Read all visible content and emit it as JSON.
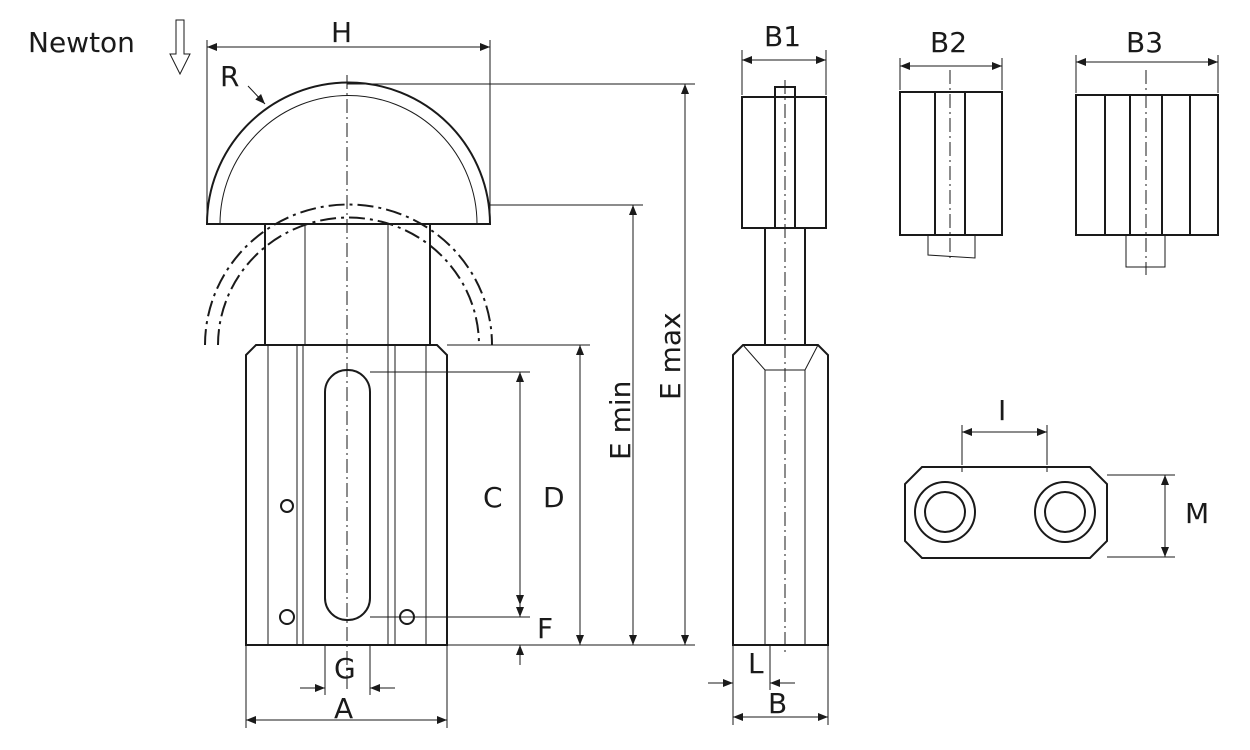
{
  "load_label": "Newton",
  "dims": {
    "H": "H",
    "R": "R",
    "B1": "B1",
    "B2": "B2",
    "B3": "B3",
    "E_max": "E max",
    "E_min": "E min",
    "C": "C",
    "D": "D",
    "F": "F",
    "G": "G",
    "A": "A",
    "L": "L",
    "B": "B",
    "I": "I",
    "M": "M"
  }
}
